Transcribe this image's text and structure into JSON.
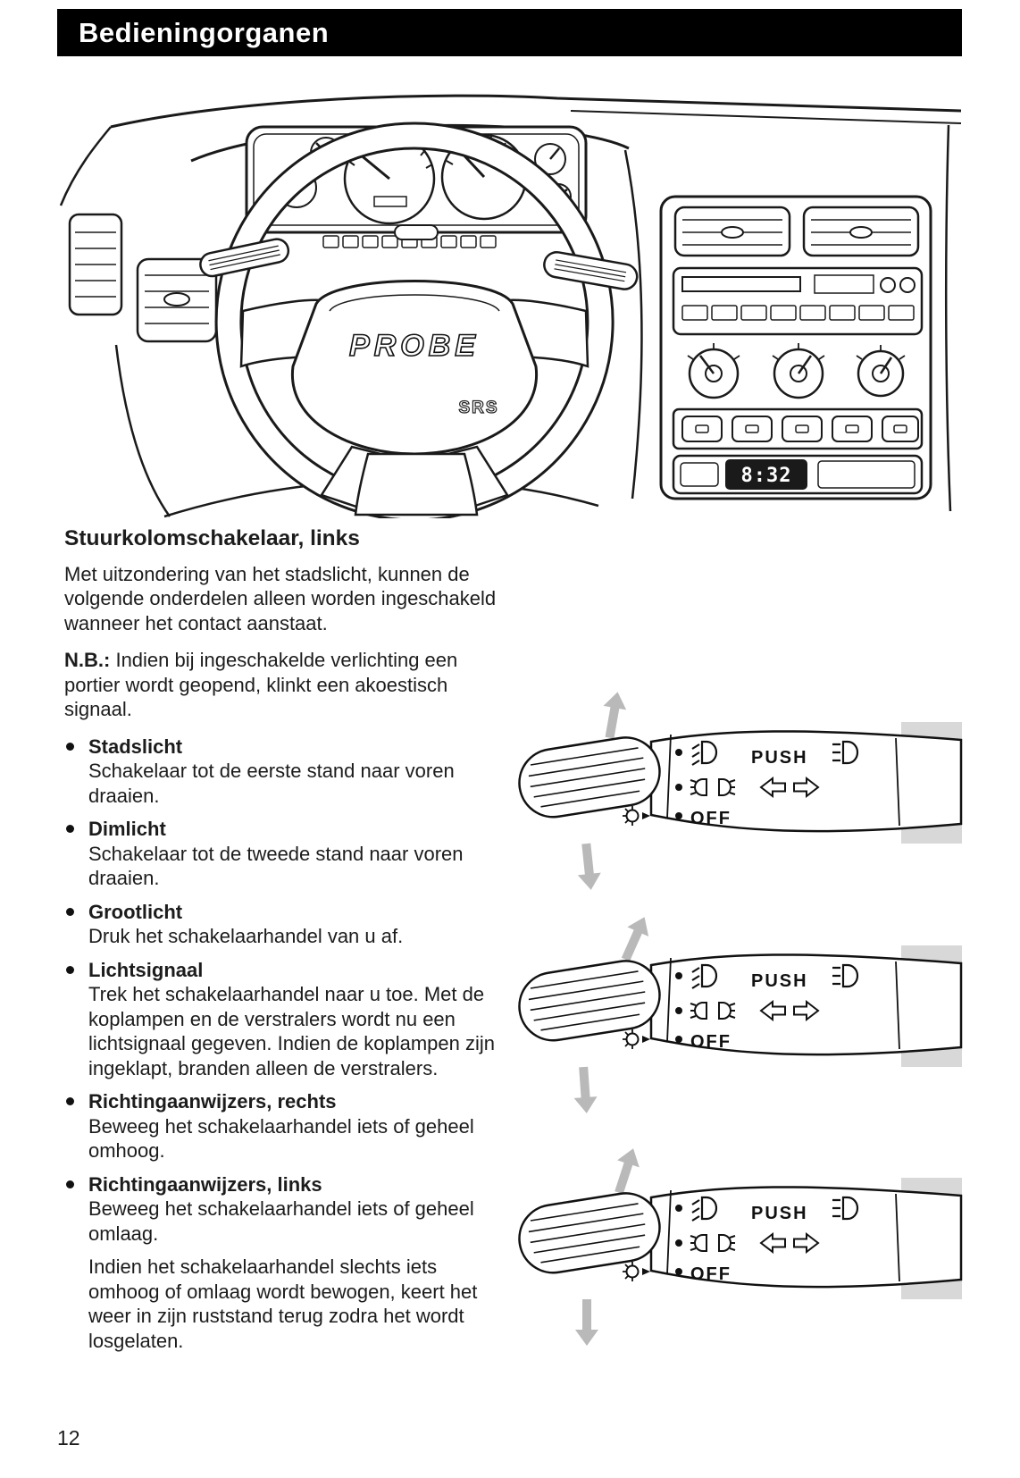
{
  "page": {
    "header_title": "Bedieningorganen",
    "page_number": "12"
  },
  "illustration": {
    "wheel_logo": "PROBE",
    "airbag_label": "SRS",
    "clock_time": "8:32"
  },
  "icons": {
    "low_beam": "low-beam-icon",
    "high_beam": "high-beam-icon",
    "parking_lights": "parking-lights-icon",
    "turn_signals": "turn-signal-arrows-icon",
    "panel_light": "panel-light-icon"
  },
  "section": {
    "title": "Stuurkolomschakelaar, links",
    "intro": "Met uitzondering van het stadslicht, kunnen de volgende onderdelen alleen worden ingeschakeld wanneer het contact aanstaat.",
    "nb_label": "N.B.:",
    "nb_text": "Indien bij ingeschakelde verlichting een portier wordt geopend, klinkt een akoestisch signaal.",
    "items": [
      {
        "title": "Stadslicht",
        "text": "Schakelaar tot de eerste stand naar voren draaien."
      },
      {
        "title": "Dimlicht",
        "text": "Schakelaar tot de tweede stand naar voren draaien."
      },
      {
        "title": "Grootlicht",
        "text": "Druk het schakelaarhandel van u af."
      },
      {
        "title": "Lichtsignaal",
        "text": "Trek het schakelaarhandel naar u toe. Met de koplampen en de verstralers wordt nu een lichtsignaal gegeven. Indien de koplampen zijn ingeklapt, branden alleen de verstralers."
      },
      {
        "title": "Richtingaanwijzers, rechts",
        "text": "Beweeg het schakelaarhandel iets of geheel omhoog."
      },
      {
        "title": "Richtingaanwijzers, links",
        "text": "Beweeg het schakelaarhandel iets of geheel omlaag."
      }
    ],
    "outro": "Indien het schakelaarhandel slechts iets omhoog of omlaag wordt bewogen, keert het weer in zijn ruststand terug zodra het wordt losgelaten."
  },
  "stalk_labels": {
    "push": "PUSH",
    "off": "OFF"
  }
}
